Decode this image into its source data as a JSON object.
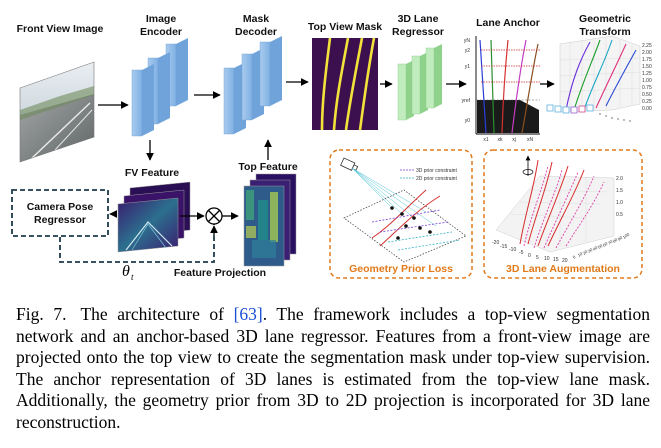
{
  "figure": {
    "labels": {
      "front_view_image": "Front View Image",
      "image_encoder_l1": "Image",
      "image_encoder_l2": "Encoder",
      "mask_decoder_l1": "Mask",
      "mask_decoder_l2": "Decoder",
      "top_view_mask": "Top View Mask",
      "lane_regressor_l1": "3D Lane",
      "lane_regressor_l2": "Regressor",
      "lane_anchor": "Lane Anchor",
      "geometric_l1": "Geometric",
      "geometric_l2": "Transform",
      "fv_feature": "FV Feature",
      "top_feature": "Top Feature",
      "camera_pose_l1": "Camera Pose",
      "camera_pose_l2": "Regressor",
      "theta": "θ",
      "theta_sub": "t",
      "feature_projection": "Feature Projection",
      "geometry_prior_loss": "Geometry Prior Loss",
      "lane_augmentation": "3D Lane Augmentation",
      "prior_legend_3d": "3D prior constraint",
      "prior_legend_2d": "2D prior constraint"
    },
    "anchor_axis": {
      "y_ticks": [
        "yN",
        "y2",
        "y1",
        "yref",
        "y0"
      ],
      "x_ticks": [
        "x1",
        "xk",
        "xj",
        "xN"
      ]
    },
    "geo_ticks": [
      "2.25",
      "2.00",
      "1.75",
      "1.50",
      "1.25",
      "1.00",
      "0.75",
      "0.50",
      "0.25",
      "0.00"
    ],
    "aug_y_ticks": [
      "2.0",
      "1.5",
      "1.0",
      "0.5"
    ],
    "aug_x_ticks": [
      "-20",
      "-15",
      "-10",
      "-5",
      "0",
      "5",
      "10",
      "15",
      "20"
    ],
    "aug_z_ticks": [
      "0",
      "10",
      "20",
      "30",
      "40",
      "50",
      "60",
      "70",
      "80",
      "90",
      "100"
    ],
    "colors": {
      "encoder": "#8fb9e8",
      "regressor": "#b5e7b3",
      "orange": "#e07a1a",
      "dashed_box": "#1f3b4d"
    }
  },
  "caption": {
    "fig_label": "Fig. 7.",
    "text_before_ref": "The architecture of ",
    "ref": "[63]",
    "text_after_ref": ". The framework includes a top-view segmentation network and an anchor-based 3D lane regressor. Features from a front-view image are projected onto the top view to create the segmentation mask under top-view supervision. The anchor representation of 3D lanes is estimated from the top-view lane mask. Additionally, the geometry prior from 3D to 2D projection is incorporated for 3D lane reconstruction."
  }
}
